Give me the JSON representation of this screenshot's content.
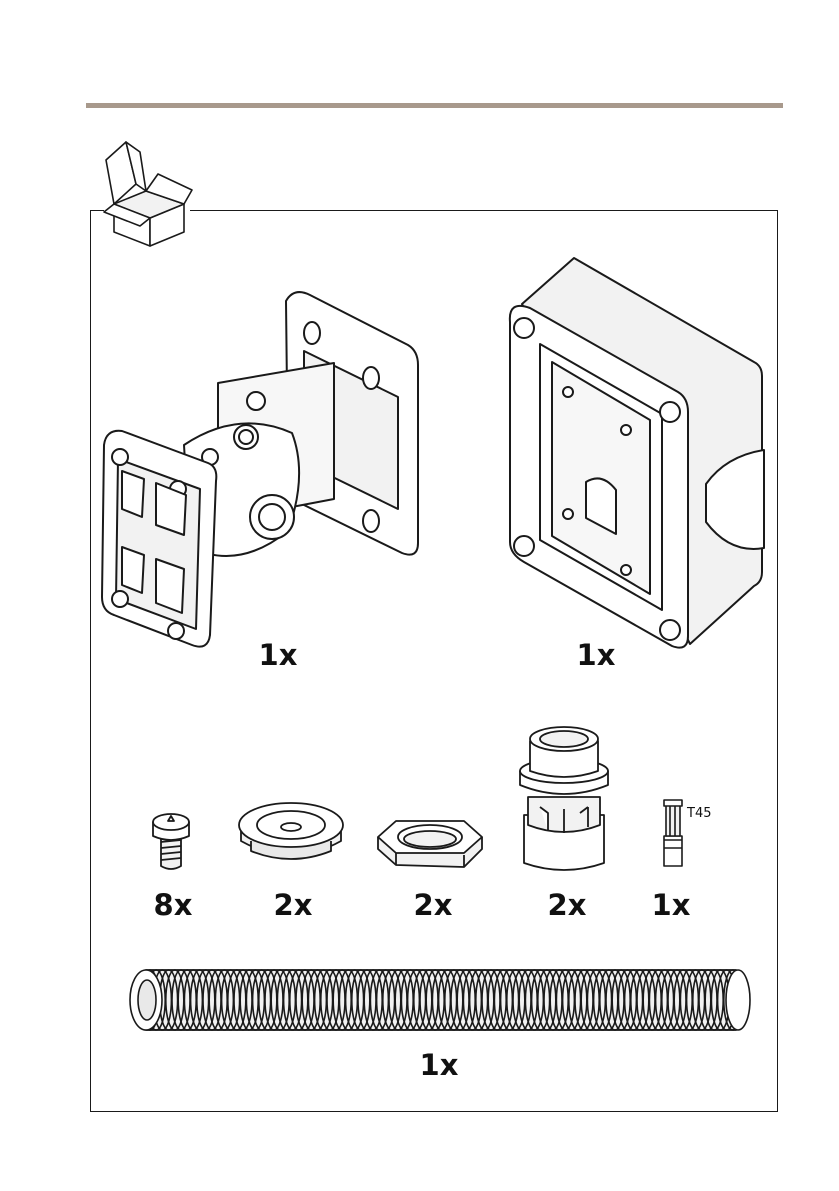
{
  "colors": {
    "accent_rule": "#a8998c",
    "line": "#1a1a1a",
    "fill": "#ffffff",
    "shade": "#e9e9e9"
  },
  "box_icon": "open-box-icon",
  "items": {
    "wall_mount": {
      "icon": "wall-mount-bracket-icon",
      "qty": "1x"
    },
    "junction_box": {
      "icon": "junction-box-icon",
      "qty": "1x"
    },
    "screw": {
      "icon": "screw-icon",
      "qty": "8x"
    },
    "grommet": {
      "icon": "cable-grommet-icon",
      "qty": "2x"
    },
    "hex_nut": {
      "icon": "hex-nut-icon",
      "qty": "2x"
    },
    "cable_gland": {
      "icon": "cable-gland-icon",
      "qty": "2x"
    },
    "bit": {
      "icon": "torx-bit-icon",
      "qty": "1x",
      "label": "T45"
    },
    "conduit": {
      "icon": "flexible-conduit-icon",
      "qty": "1x"
    }
  }
}
